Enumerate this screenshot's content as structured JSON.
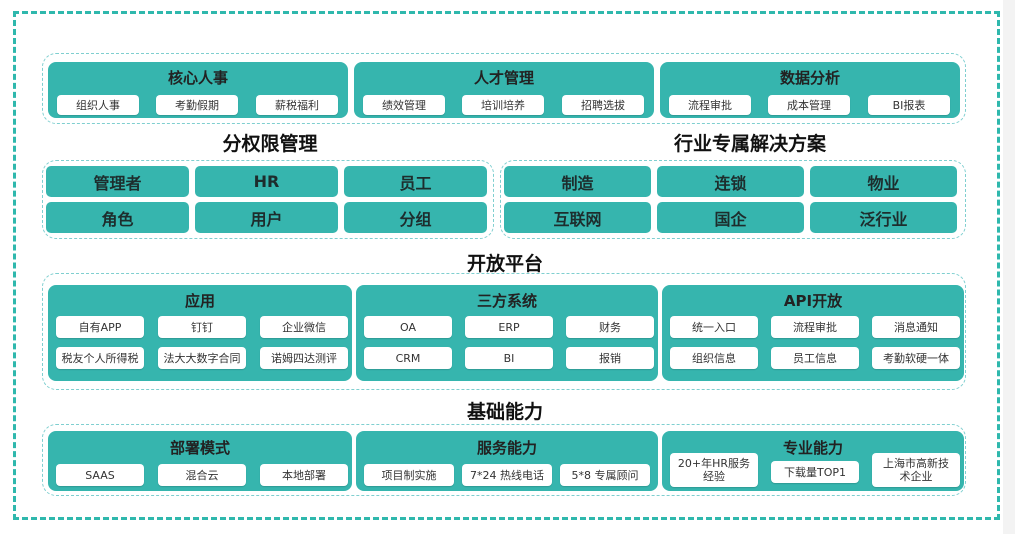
{
  "top_panels": [
    {
      "title": "核心人事",
      "items": [
        "组织人事",
        "考勤假期",
        "薪税福利"
      ]
    },
    {
      "title": "人才管理",
      "items": [
        "绩效管理",
        "培训培养",
        "招聘选拔"
      ]
    },
    {
      "title": "数据分析",
      "items": [
        "流程审批",
        "成本管理",
        "BI报表"
      ]
    }
  ],
  "section_titles": {
    "permission": "分权限管理",
    "industry": "行业专属解决方案",
    "open_platform": "开放平台",
    "foundation": "基础能力"
  },
  "permission_items": [
    "管理者",
    "HR",
    "员工",
    "角色",
    "用户",
    "分组"
  ],
  "industry_items": [
    "制造",
    "连锁",
    "物业",
    "互联网",
    "国企",
    "泛行业"
  ],
  "open_panels": [
    {
      "title": "应用",
      "items": [
        "自有APP",
        "钉钉",
        "企业微信",
        "税友个人所得税",
        "法大大数字合同",
        "诺姆四达测评"
      ]
    },
    {
      "title": "三方系统",
      "items": [
        "OA",
        "ERP",
        "财务",
        "CRM",
        "BI",
        "报销"
      ]
    },
    {
      "title": "API开放",
      "items": [
        "统一入口",
        "流程审批",
        "消息通知",
        "组织信息",
        "员工信息",
        "考勤软硬一体"
      ]
    }
  ],
  "foundation_panels": [
    {
      "title": "部署模式",
      "items": [
        "SAAS",
        "混合云",
        "本地部署"
      ]
    },
    {
      "title": "服务能力",
      "items": [
        "项目制实施",
        "7*24 热线电话",
        "5*8 专属顾问"
      ]
    },
    {
      "title": "专业能力",
      "items": [
        "20+年HR服务经验",
        "下载量TOP1",
        "上海市高新技术企业"
      ]
    }
  ],
  "colors": {
    "accent": "#36b5ae",
    "frame": "#2fb8ad",
    "dashed": "#7fcfd0"
  }
}
